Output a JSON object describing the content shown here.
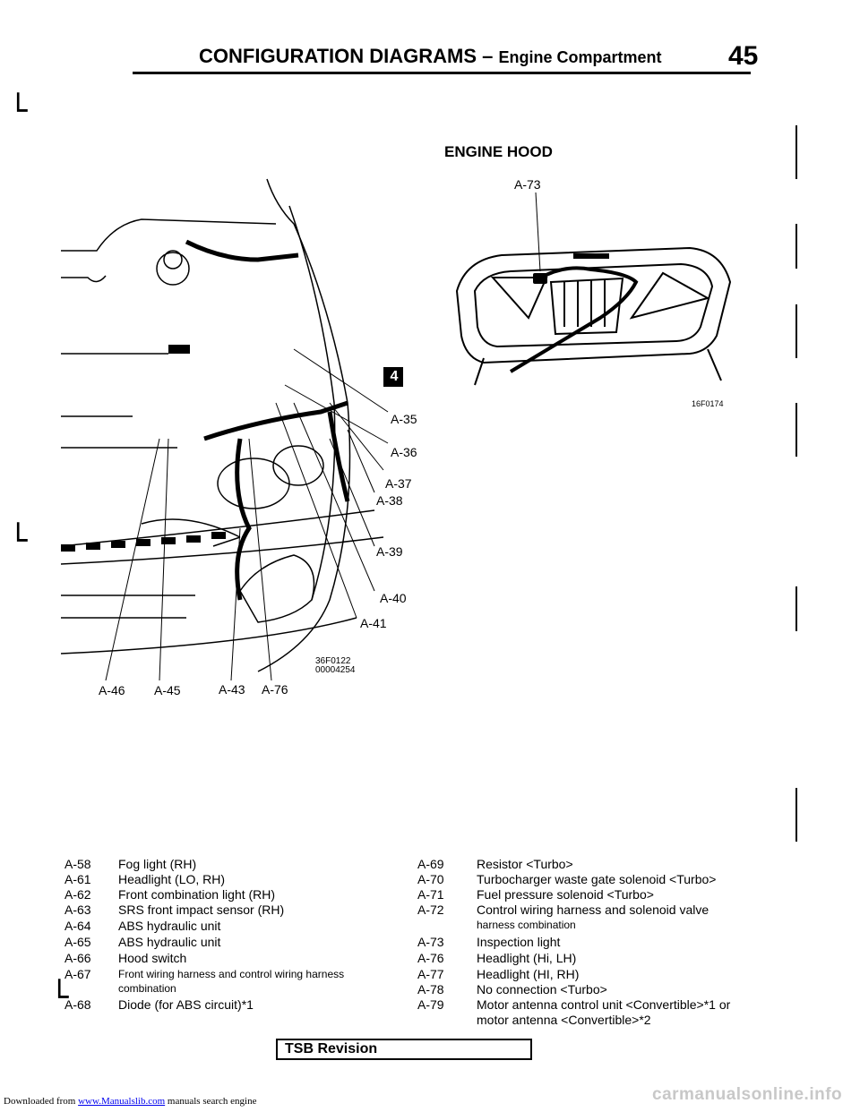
{
  "header": {
    "title": "CONFIGURATION DIAGRAMS",
    "separator": "–",
    "subtitle": "Engine Compartment",
    "page_number": "45"
  },
  "hood_section": {
    "title": "ENGINE HOOD",
    "connector_label": "A-73",
    "figure_code": "16F0174"
  },
  "compartment_figure": {
    "figure_code_1": "36F0122",
    "figure_code_2": "00004254",
    "group_badge": "4",
    "callouts": [
      "A-35",
      "A-36",
      "A-37",
      "A-38",
      "A-39",
      "A-40",
      "A-41",
      "A-46",
      "A-45",
      "A-43",
      "A-76"
    ]
  },
  "legend_left": [
    {
      "code": "A-58",
      "text": "Fog light (RH)"
    },
    {
      "code": "A-61",
      "text": "Headlight (LO, RH)"
    },
    {
      "code": "A-62",
      "text": "Front combination light (RH)"
    },
    {
      "code": "A-63",
      "text": "SRS front impact sensor (RH)"
    },
    {
      "code": "A-64",
      "text": "ABS hydraulic unit"
    },
    {
      "code": "A-65",
      "text": "ABS hydraulic unit"
    },
    {
      "code": "A-66",
      "text": "Hood switch"
    },
    {
      "code": "A-67",
      "text": "Front wiring harness and control wiring harness"
    },
    {
      "code": "",
      "text": "combination"
    },
    {
      "code": "A-68",
      "text": "Diode (for ABS circuit)*1"
    }
  ],
  "legend_right": [
    {
      "code": "A-69",
      "text": "Resistor <Turbo>"
    },
    {
      "code": "A-70",
      "text": "Turbocharger waste gate solenoid <Turbo>"
    },
    {
      "code": "A-71",
      "text": "Fuel pressure solenoid <Turbo>"
    },
    {
      "code": "A-72",
      "text": "Control wiring harness and solenoid valve"
    },
    {
      "code": "",
      "text": "harness combination"
    },
    {
      "code": "A-73",
      "text": "Inspection light"
    },
    {
      "code": "A-76",
      "text": "Headlight (Hi, LH)"
    },
    {
      "code": "A-77",
      "text": "Headlight (HI, RH)"
    },
    {
      "code": "A-78",
      "text": "No connection <Turbo>"
    },
    {
      "code": "A-79",
      "text": "Motor antenna control unit <Convertible>*1 or"
    },
    {
      "code": "",
      "text": "motor antenna <Convertible>*2"
    }
  ],
  "tsb_label": "TSB Revision",
  "footer": {
    "prefix": "Downloaded from",
    "link": "www.Manualslib.com",
    "suffix": "manuals search engine"
  },
  "watermark": "carmanualsonline.info"
}
